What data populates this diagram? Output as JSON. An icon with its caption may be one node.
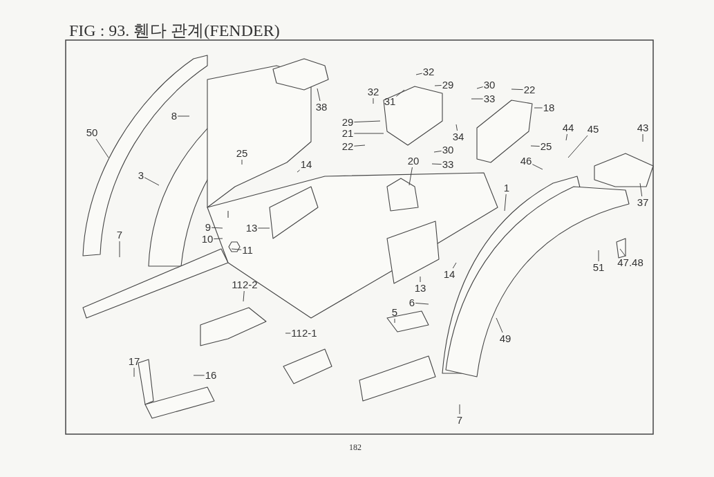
{
  "diagram": {
    "title": "FIG : 93. 휀다 관계(FENDER)",
    "nodes": [
      {
        "text": [
          "50"
        ]
      },
      {
        "text": [
          "8"
        ]
      },
      {
        "text": [
          "3"
        ]
      },
      {
        "text": [
          "25"
        ]
      },
      {
        "text": [
          "38"
        ]
      },
      {
        "text": [
          "14"
        ]
      },
      {
        "text": [
          "9"
        ]
      },
      {
        "text": [
          "10"
        ]
      },
      {
        "text": [
          "11"
        ]
      },
      {
        "text": [
          "13"
        ]
      },
      {
        "text": [
          "7"
        ]
      },
      {
        "text": [
          "112-2"
        ]
      },
      {
        "text": [
          "112-1"
        ]
      },
      {
        "text": [
          "17"
        ]
      },
      {
        "text": [
          "16"
        ]
      },
      {
        "text": [
          "32"
        ]
      },
      {
        "text": [
          "29"
        ]
      },
      {
        "text": [
          "30"
        ]
      },
      {
        "text": [
          "33"
        ]
      },
      {
        "text": [
          "22"
        ]
      },
      {
        "text": [
          "18"
        ]
      },
      {
        "text": [
          "32"
        ]
      },
      {
        "text": [
          "31"
        ]
      },
      {
        "text": [
          "29"
        ]
      },
      {
        "text": [
          "21"
        ]
      },
      {
        "text": [
          "22"
        ]
      },
      {
        "text": [
          "34"
        ]
      },
      {
        "text": [
          "30"
        ]
      },
      {
        "text": [
          "33"
        ]
      },
      {
        "text": [
          "20"
        ]
      },
      {
        "text": [
          "25"
        ]
      },
      {
        "text": [
          "44"
        ]
      },
      {
        "text": [
          "45"
        ]
      },
      {
        "text": [
          "46"
        ]
      },
      {
        "text": [
          "43"
        ]
      },
      {
        "text": [
          "37"
        ]
      },
      {
        "text": [
          "1"
        ]
      },
      {
        "text": [
          "51"
        ]
      },
      {
        "text": [
          "47.48"
        ]
      },
      {
        "text": [
          "13"
        ]
      },
      {
        "text": [
          "14"
        ]
      },
      {
        "text": [
          "6"
        ]
      },
      {
        "text": [
          "5"
        ]
      },
      {
        "text": [
          "49"
        ]
      },
      {
        "text": [
          "7"
        ]
      }
    ],
    "edges": [
      {
        "from": 0,
        "to": null,
        "arrow": "none"
      },
      {
        "from": 1,
        "to": null,
        "arrow": "none"
      },
      {
        "from": 2,
        "to": null,
        "arrow": "none"
      },
      {
        "from": 3,
        "to": null,
        "arrow": "none"
      },
      {
        "from": 4,
        "to": null,
        "arrow": "none"
      },
      {
        "from": 5,
        "to": null,
        "arrow": "none"
      },
      {
        "from": 6,
        "to": null,
        "arrow": "none"
      },
      {
        "from": 7,
        "to": null,
        "arrow": "none"
      },
      {
        "from": 8,
        "to": null,
        "arrow": "none"
      },
      {
        "from": 9,
        "to": null,
        "arrow": "none"
      },
      {
        "from": 10,
        "to": null,
        "arrow": "none"
      },
      {
        "from": 11,
        "to": null,
        "arrow": "none"
      },
      {
        "from": 12,
        "to": null,
        "arrow": "none"
      },
      {
        "from": 13,
        "to": null,
        "arrow": "none"
      },
      {
        "from": 14,
        "to": null,
        "arrow": "none"
      },
      {
        "from": 15,
        "to": null,
        "arrow": "none"
      },
      {
        "from": 16,
        "to": null,
        "arrow": "none"
      },
      {
        "from": 17,
        "to": null,
        "arrow": "none"
      },
      {
        "from": 18,
        "to": null,
        "arrow": "none"
      },
      {
        "from": 19,
        "to": null,
        "arrow": "none"
      },
      {
        "from": 20,
        "to": null,
        "arrow": "none"
      },
      {
        "from": 21,
        "to": null,
        "arrow": "none"
      },
      {
        "from": 22,
        "to": null,
        "arrow": "none"
      },
      {
        "from": 23,
        "to": null,
        "arrow": "none"
      },
      {
        "from": 24,
        "to": null,
        "arrow": "none"
      },
      {
        "from": 25,
        "to": null,
        "arrow": "none"
      },
      {
        "from": 26,
        "to": null,
        "arrow": "none"
      },
      {
        "from": 27,
        "to": null,
        "arrow": "none"
      },
      {
        "from": 28,
        "to": null,
        "arrow": "none"
      },
      {
        "from": 29,
        "to": null,
        "arrow": "none"
      },
      {
        "from": 30,
        "to": null,
        "arrow": "none"
      },
      {
        "from": 31,
        "to": null,
        "arrow": "none"
      },
      {
        "from": 32,
        "to": null,
        "arrow": "none"
      },
      {
        "from": 33,
        "to": null,
        "arrow": "none"
      },
      {
        "from": 34,
        "to": null,
        "arrow": "none"
      },
      {
        "from": 35,
        "to": null,
        "arrow": "none"
      },
      {
        "from": 36,
        "to": null,
        "arrow": "none"
      },
      {
        "from": 37,
        "to": null,
        "arrow": "none"
      },
      {
        "from": 38,
        "to": null,
        "arrow": "none"
      },
      {
        "from": 39,
        "to": null,
        "arrow": "none"
      },
      {
        "from": 40,
        "to": null,
        "arrow": "none"
      },
      {
        "from": 41,
        "to": null,
        "arrow": "none"
      },
      {
        "from": 42,
        "to": null,
        "arrow": "none"
      },
      {
        "from": 43,
        "to": null,
        "arrow": "none"
      },
      {
        "from": 44,
        "to": null,
        "arrow": "none"
      }
    ],
    "labels": [
      "182"
    ]
  }
}
